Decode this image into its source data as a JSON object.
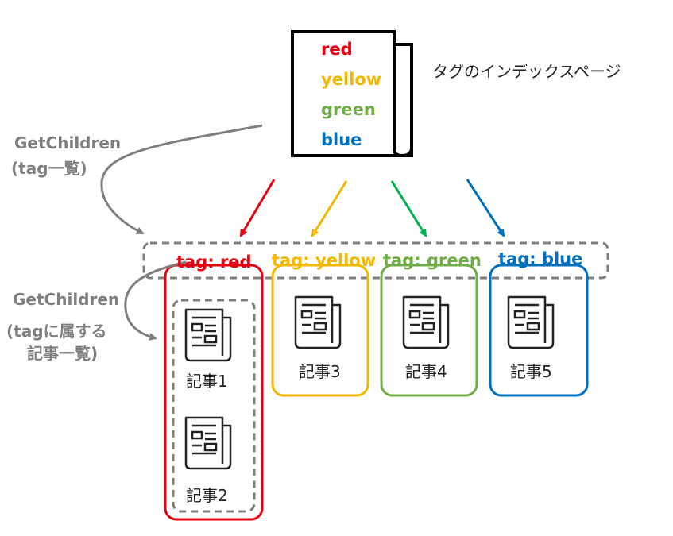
{
  "index_page": {
    "title": "タグのインデックスページ",
    "tags": [
      {
        "label": "red",
        "color": "#e60012"
      },
      {
        "label": "yellow",
        "color": "#f5b800"
      },
      {
        "label": "green",
        "color": "#70ad47"
      },
      {
        "label": "blue",
        "color": "#0070c0"
      }
    ]
  },
  "getchildren_tags": {
    "line1": "GetChildren",
    "line2": "(tag一覧)"
  },
  "getchildren_articles": {
    "line1": "GetChildren",
    "line2": "(tagに属する",
    "line3": "記事一覧)"
  },
  "tag_groups": [
    {
      "label": "tag: red",
      "color": "#e60012",
      "articles": [
        "記事1",
        "記事2"
      ]
    },
    {
      "label": "tag: yellow",
      "color": "#f5b800",
      "articles": [
        "記事3"
      ]
    },
    {
      "label": "tag: green",
      "color": "#70ad47",
      "articles": [
        "記事4"
      ]
    },
    {
      "label": "tag: blue",
      "color": "#0070c0",
      "articles": [
        "記事5"
      ]
    }
  ],
  "arrow_colors": [
    "#e60012",
    "#f5b800",
    "#00b050",
    "#0070c0"
  ],
  "gray": "#7f7f7f",
  "icons": {
    "index": "document-icon",
    "article": "newspaper-icon"
  }
}
